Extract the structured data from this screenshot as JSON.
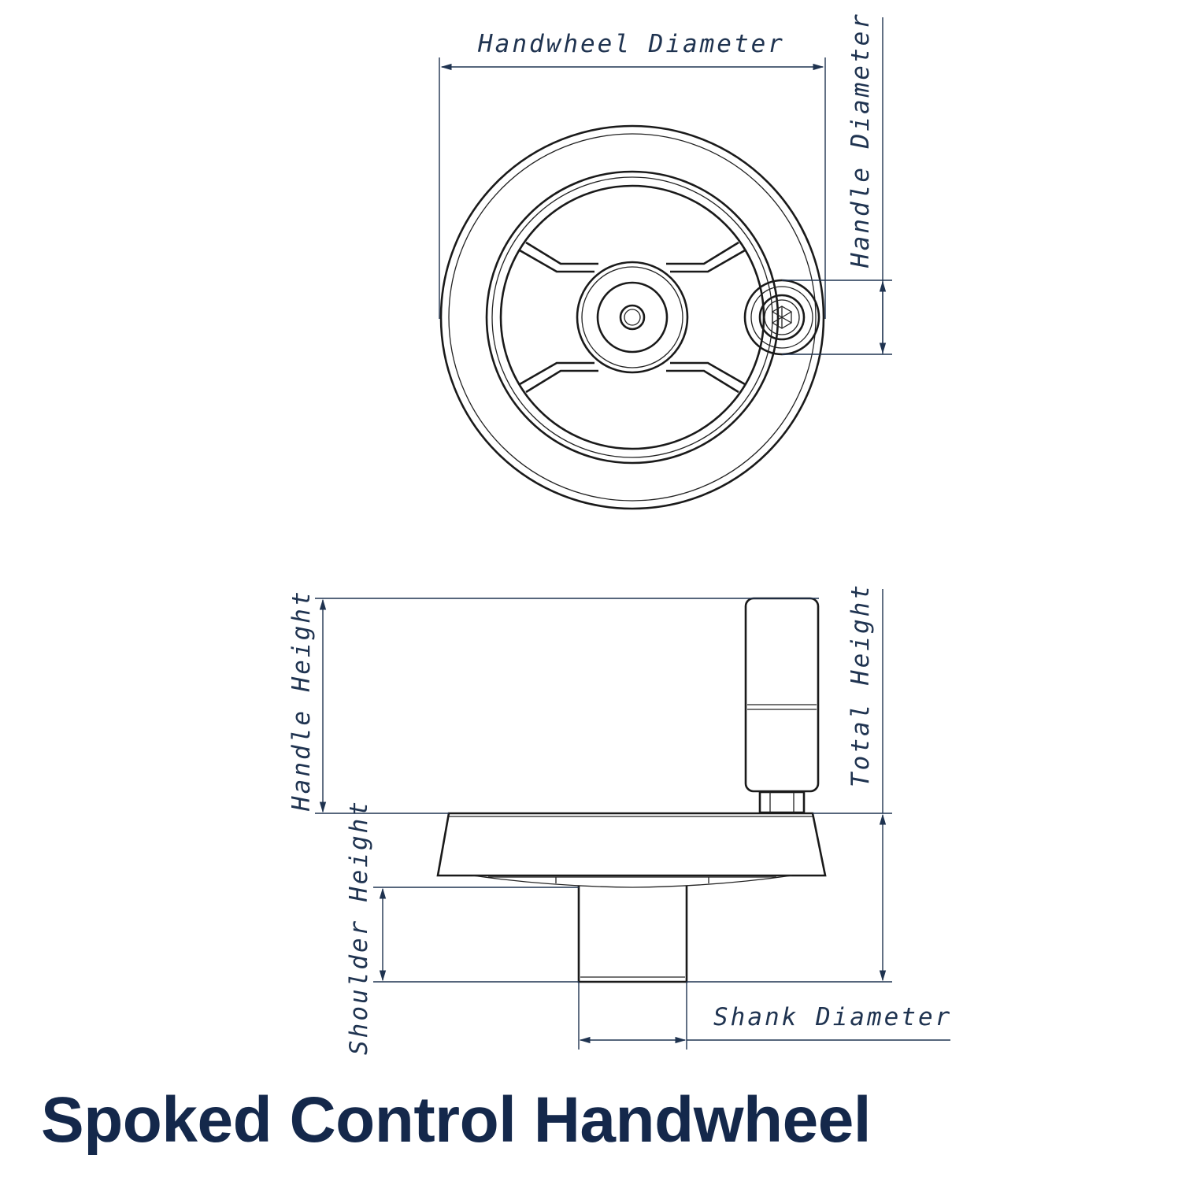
{
  "title": "Spoked Control Handwheel",
  "labels": {
    "handwheel_diameter": "Handwheel Diameter",
    "handle_diameter": "Handle Diameter",
    "handle_height": "Handle Height",
    "total_height": "Total Height",
    "shoulder_height": "Shoulder Height",
    "shank_diameter": "Shank Diameter"
  },
  "colors": {
    "title": "#14284b",
    "dimension": "#1f3350",
    "outline": "#1a1a1a"
  }
}
